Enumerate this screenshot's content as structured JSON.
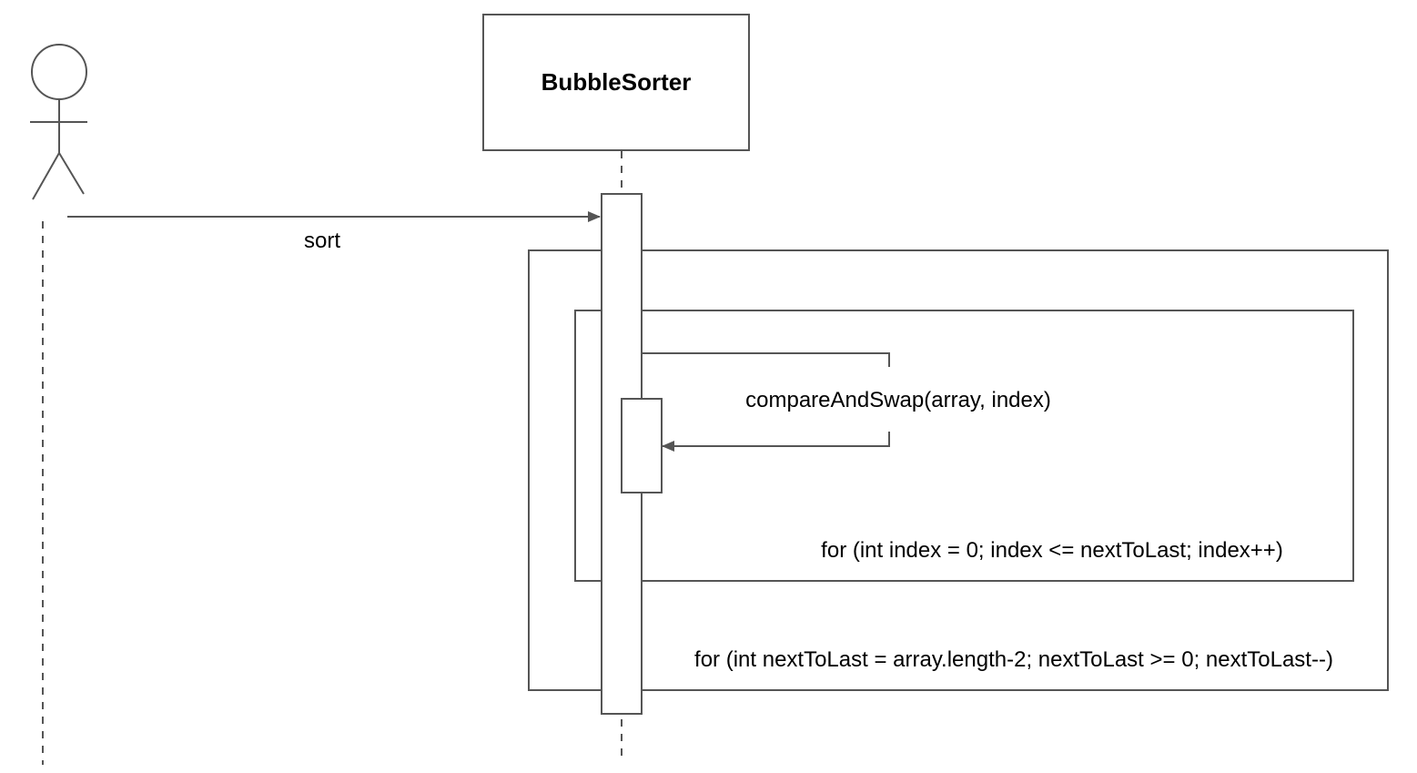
{
  "participant": {
    "name": "BubbleSorter"
  },
  "messages": {
    "sort": "sort",
    "self_call": "compareAndSwap(array, index)"
  },
  "loops": {
    "outer_condition": "for (int nextToLast = array.length-2; nextToLast >= 0; nextToLast--)",
    "inner_condition": "for (int index = 0; index <= nextToLast; index++)"
  },
  "colors": {
    "stroke": "#555555",
    "text": "#000000",
    "background": "#ffffff"
  }
}
